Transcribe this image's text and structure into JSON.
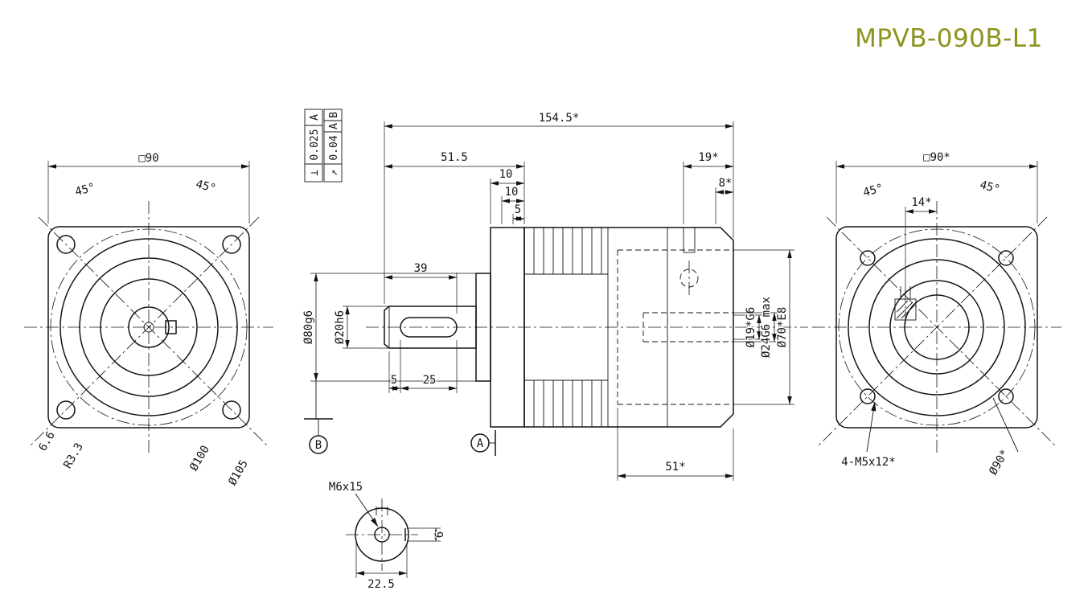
{
  "title": "MPVB-090B-L1",
  "colors": {
    "title": "#8e931d",
    "line": "#141414"
  },
  "front_view": {
    "square_dim": "□90",
    "angle_left": "45°",
    "angle_right": "45°",
    "hole_dia": "6.6",
    "hole_radius": "R3.3",
    "circle_pilot": "Ø100",
    "circle_bolt": "Ø105"
  },
  "section_view": {
    "fcf_perpendicularity": {
      "symbol": "⊥",
      "tolerance": "0.025",
      "datum": "A"
    },
    "fcf_runout": {
      "symbol": "↗",
      "tolerance": "0.04",
      "datum_primary": "A",
      "datum_secondary": "B"
    },
    "overall_length": "154.5*",
    "shaft_length": "51.5",
    "pilot_length": "10",
    "step_length": "10",
    "boss_length": "5",
    "rear_step": "19*",
    "rear_offset": "8*",
    "key_length": "39",
    "pilot_dia": "Ø80g6",
    "shaft_dia": "Ø20h6",
    "key_start": "5",
    "key_len": "25",
    "bore_dia": "Ø19*G6",
    "bore_max": "Ø24G6 max",
    "spigot_dia": "Ø70*E8",
    "rear_length": "51*",
    "datum_a": "A",
    "datum_b": "B"
  },
  "key_section": {
    "thread_callout": "M6x15",
    "key_width": "6",
    "key_offset": "22.5"
  },
  "rear_view": {
    "square_dim": "□90*",
    "angle_left": "45°",
    "angle_right": "45°",
    "clamp_offset": "14*",
    "screw_callout": "4-M5x12*",
    "bolt_circle": "Ø90*"
  }
}
